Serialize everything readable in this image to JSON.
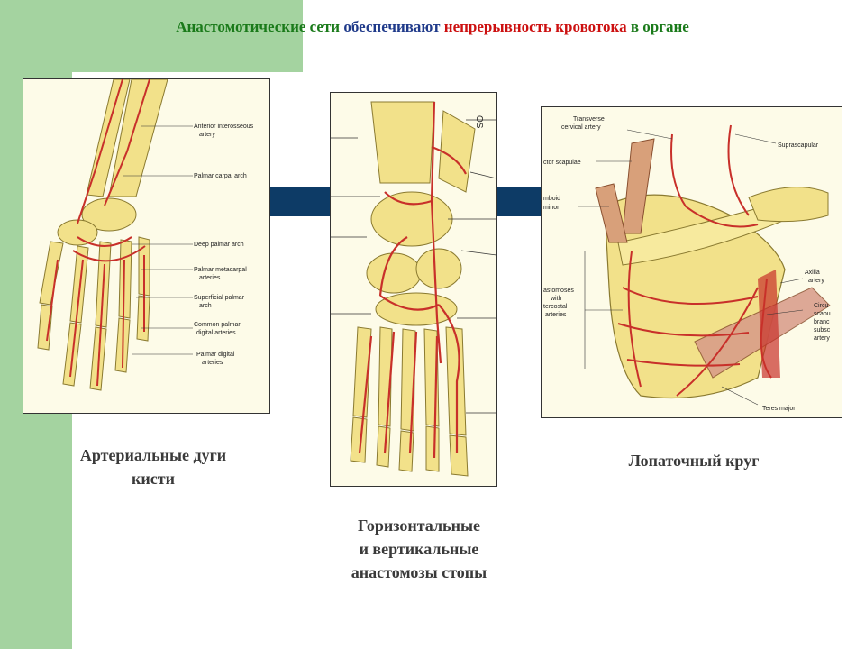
{
  "title": {
    "part1": "Анастомотические сети ",
    "part2": "обеспечивают ",
    "part3": "непрерывность кровотока ",
    "part4": "в органе"
  },
  "hand": {
    "labels": [
      "Anterior interosseous",
      "artery",
      "Palmar carpal arch",
      "Deep palmar arch",
      "Palmar metacarpal",
      "arteries",
      "Superficial palmar",
      "arch",
      "Common palmar",
      "digital arteries",
      "Palmar digital",
      "arteries"
    ],
    "caption_line1": "Артериальные дуги",
    "caption_line2": "кисти"
  },
  "foot": {
    "corner_label": "OS",
    "caption_line1": "Горизонтальные",
    "caption_line2": "и вертикальные",
    "caption_line3": "анастомозы стопы"
  },
  "scapula": {
    "labels": [
      "Transverse",
      "cervical artery",
      "Suprascapular",
      "ctor scapulae",
      "mboid",
      "minor",
      "astomoses",
      "with",
      "tercostal",
      "arteries",
      "Axilla",
      "artery",
      "Circu",
      "scapu",
      "branc",
      "subsc",
      "artery",
      "Teres major"
    ],
    "caption": "Лопаточный круг"
  },
  "colors": {
    "background_green": "#a4d3a0",
    "connector_navy": "#0d3b66",
    "artery_red": "#c8302a",
    "bone_yellow": "#f2e18a"
  }
}
